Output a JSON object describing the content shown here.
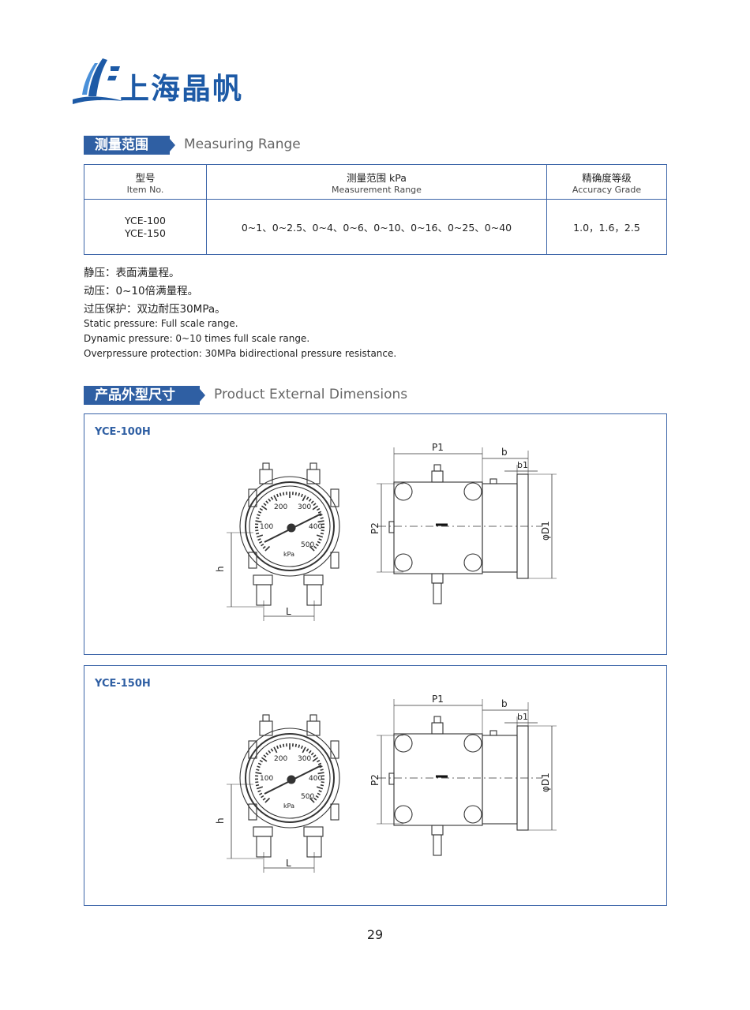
{
  "logo": {
    "text": "上海晶帆"
  },
  "section1": {
    "title_cn": "测量范围",
    "title_en": "Measuring Range"
  },
  "table": {
    "headers": [
      {
        "cn": "型号",
        "en": "Item No."
      },
      {
        "cn": "测量范围 kPa",
        "en": "Measurement Range"
      },
      {
        "cn": "精确度等级",
        "en": "Accuracy Grade"
      }
    ],
    "row": {
      "models": [
        "YCE-100",
        "YCE-150"
      ],
      "range": "0~1、0~2.5、0~4、0~6、0~10、0~16、0~25、0~40",
      "accuracy": "1.0，1.6，2.5"
    }
  },
  "notes_cn": [
    "静压：表面满量程。",
    "动压：0~10倍满量程。",
    "过压保护：双边耐压30MPa。"
  ],
  "notes_en": [
    "Static pressure: Full scale range.",
    "Dynamic pressure: 0~10 times full scale range.",
    "Overpressure protection: 30MPa bidirectional pressure resistance."
  ],
  "section2": {
    "title_cn": "产品外型尺寸",
    "title_en": "Product External Dimensions"
  },
  "panels": [
    {
      "model": "YCE-100H"
    },
    {
      "model": "YCE-150H"
    }
  ],
  "drawing": {
    "dial_labels": [
      "100",
      "200",
      "300",
      "400",
      "500"
    ],
    "unit": "kPa",
    "dims": {
      "h": "h",
      "L": "L",
      "P1": "P1",
      "P2": "P2",
      "b": "b",
      "b1": "b1",
      "D1": "φD1"
    }
  },
  "page_number": "29"
}
